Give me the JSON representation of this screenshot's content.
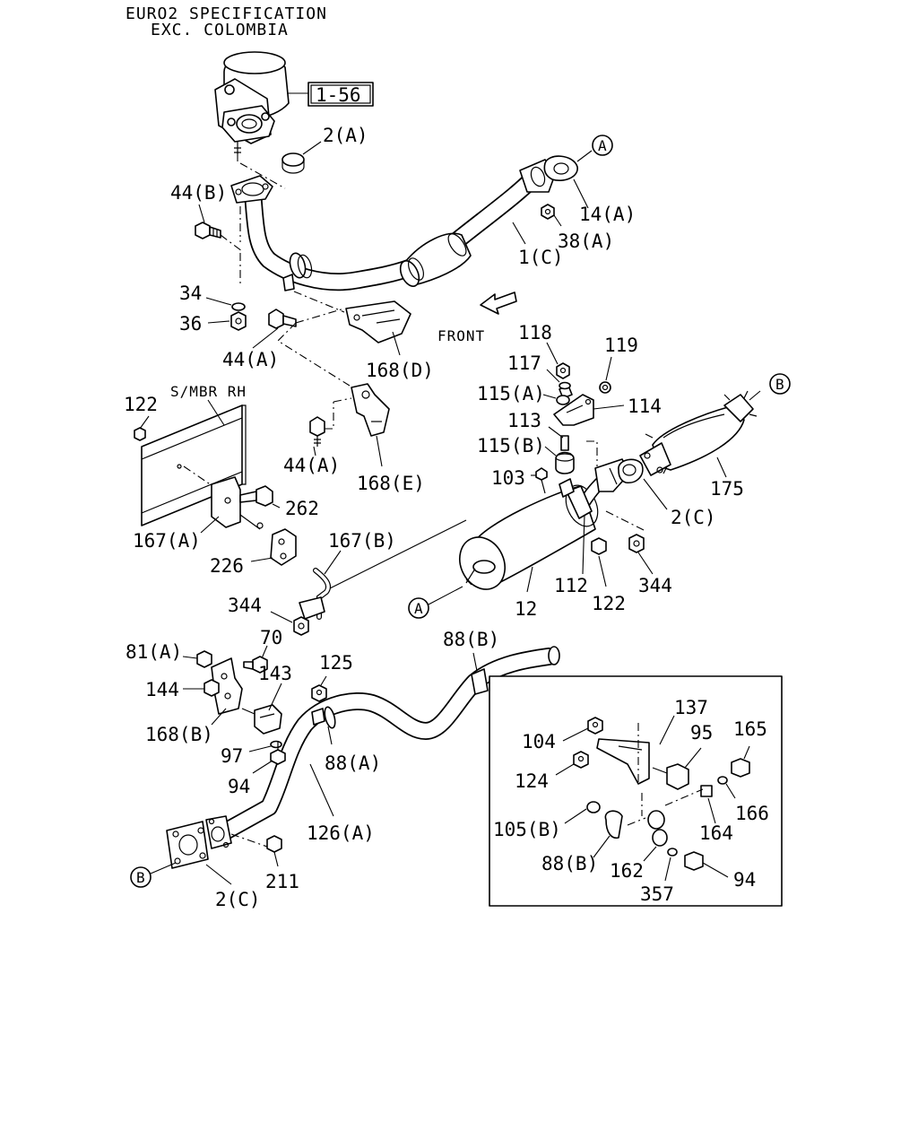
{
  "header": {
    "line1": "EURO2 SPECIFICATION",
    "line2": "EXC. COLOMBIA"
  },
  "reference_box": "1-56",
  "front_label": "FRONT",
  "frame_label": "S/MBR RH",
  "circle_markers": {
    "a": "A",
    "b": "B"
  },
  "parts": {
    "p2a": "2(A)",
    "p44b": "44(B)",
    "p14a": "14(A)",
    "p38a": "38(A)",
    "p1c": "1(C)",
    "p34": "34",
    "p36": "36",
    "p44a_1": "44(A)",
    "p168d": "168(D)",
    "p118": "118",
    "p119": "119",
    "p117": "117",
    "p115a": "115(A)",
    "p114": "114",
    "p113": "113",
    "p115b": "115(B)",
    "p103": "103",
    "p175": "175",
    "p122_1": "122",
    "p44a_2": "44(A)",
    "p168e": "168(E)",
    "p262": "262",
    "p2c_1": "2(C)",
    "p167a": "167(A)",
    "p167b": "167(B)",
    "p226": "226",
    "p112": "112",
    "p344_1": "344",
    "p344_2": "344",
    "p12": "12",
    "p122_2": "122",
    "p70": "70",
    "p81a": "81(A)",
    "p88b_1": "88(B)",
    "p125": "125",
    "p143": "143",
    "p144": "144",
    "p168b": "168(B)",
    "p97": "97",
    "p88a": "88(A)",
    "p94_1": "94",
    "p126a": "126(A)",
    "p211": "211",
    "p2c_2": "2(C)",
    "p137": "137",
    "p104": "104",
    "p95": "95",
    "p165": "165",
    "p124": "124",
    "p166": "166",
    "p105b": "105(B)",
    "p164": "164",
    "p88b_2": "88(B)",
    "p162": "162",
    "p94_2": "94",
    "p357": "357"
  }
}
